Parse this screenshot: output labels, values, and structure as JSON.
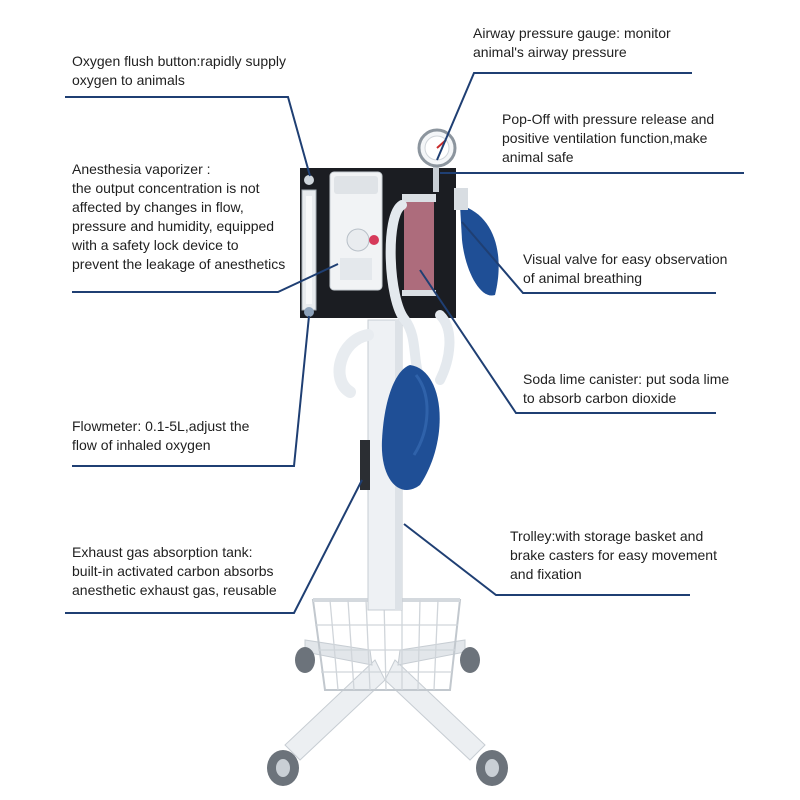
{
  "colors": {
    "leader_line": "#1f3f73",
    "machine_white": "#f1f3f5",
    "machine_shadow": "#c7cdd3",
    "panel_dark": "#1b1d22",
    "bag_blue": "#1f4f96",
    "canister_pink": "#c77a8c",
    "text": "#1f1f1f"
  },
  "annotations": [
    {
      "id": "oxygen-flush",
      "lines": [
        "Oxygen flush button:rapidly supply",
        "oxygen to animals"
      ]
    },
    {
      "id": "anesthesia-vaporizer",
      "lines": [
        "Anesthesia vaporizer :",
        "the output concentration is not",
        "affected by changes in flow,",
        "pressure and humidity, equipped",
        "with a safety lock device to",
        "prevent the leakage of anesthetics"
      ]
    },
    {
      "id": "flowmeter",
      "lines": [
        "Flowmeter: 0.1-5L,adjust the",
        "flow of inhaled oxygen"
      ]
    },
    {
      "id": "exhaust-gas-tank",
      "lines": [
        "Exhaust gas absorption tank:",
        "built-in activated carbon absorbs",
        "anesthetic exhaust gas, reusable"
      ]
    },
    {
      "id": "airway-pressure-gauge",
      "lines": [
        "Airway pressure gauge: monitor",
        "animal's airway pressure"
      ]
    },
    {
      "id": "pop-off",
      "lines": [
        "Pop-Off with pressure release and",
        "positive ventilation function,make",
        "animal safe"
      ]
    },
    {
      "id": "visual-valve",
      "lines": [
        "Visual valve for easy observation",
        "of animal breathing"
      ]
    },
    {
      "id": "soda-lime-canister",
      "lines": [
        "Soda lime canister: put soda lime",
        "to absorb carbon dioxide"
      ]
    },
    {
      "id": "trolley",
      "lines": [
        "Trolley:with storage basket and",
        "brake casters for easy movement",
        "and  fixation"
      ]
    }
  ]
}
